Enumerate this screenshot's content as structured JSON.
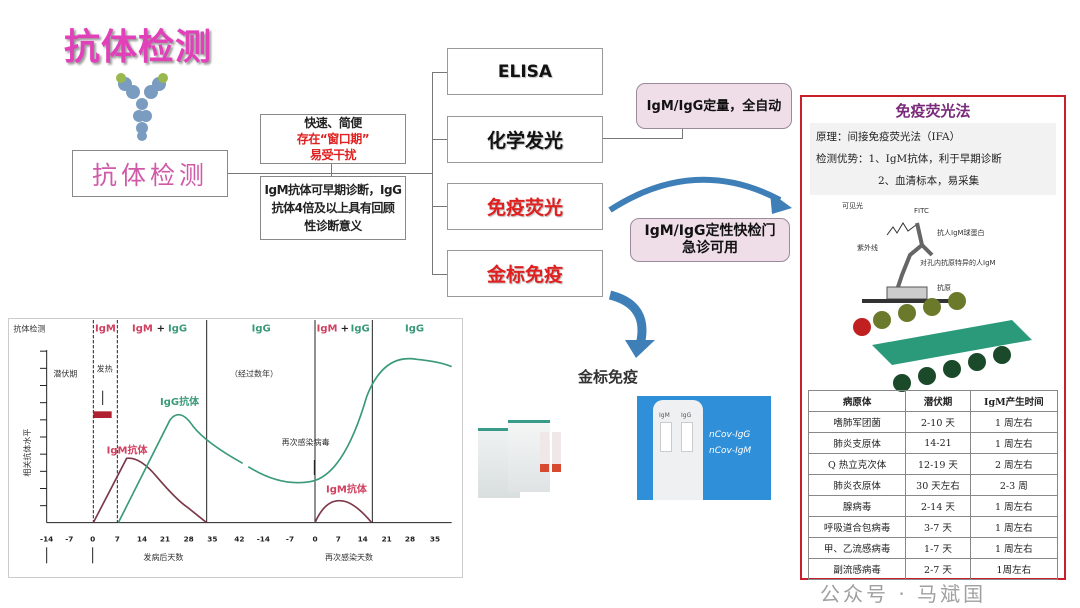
{
  "title": "抗体检测",
  "main_box": "抗体检测",
  "methods": [
    "ELISA",
    "化学发光",
    "免疫荧光",
    "金标免疫"
  ],
  "note1": {
    "line1": "快速、简便",
    "line2": "存在“窗口期”",
    "line3": "易受干扰"
  },
  "note2": {
    "line1": "IgM抗体可早期诊断，IgG",
    "line2": "抗体4倍及以上具有回顾",
    "line3": "性诊断意义"
  },
  "pill1": "IgM/IgG定量，全自动",
  "pill2": {
    "line1": "IgM/IgG定性快检门",
    "line2": "急诊可用"
  },
  "gold_label": "金标免疫",
  "test_card": {
    "items": [
      "nCov-IgG",
      "nCov-IgM"
    ],
    "strip_labels": [
      "IgM",
      "IgG"
    ]
  },
  "ifa": {
    "title": "免疫荧光法",
    "principle": "原理：间接免疫荧光法（IFA）",
    "adv1": "检测优势：1、IgM抗体，利于早期诊断",
    "adv2": "2、血清标本，易采集",
    "diagram_labels": {
      "visible": "可见光",
      "fitc": "FITC",
      "uv": "紫外线",
      "anti": "抗人IgM球蛋白",
      "igm": "对孔内抗原特异的人IgM",
      "antigen": "抗原"
    }
  },
  "table": {
    "headers": [
      "病原体",
      "潜伏期",
      "IgM产生时间"
    ],
    "rows": [
      [
        "嗜肺军团菌",
        "2-10 天",
        "1 周左右"
      ],
      [
        "肺炎支原体",
        "14-21",
        "1 周左右"
      ],
      [
        "Q 热立克次体",
        "12-19 天",
        "2 周左右"
      ],
      [
        "肺炎衣原体",
        "30 天左右",
        "2-3 周"
      ],
      [
        "腺病毒",
        "2-14 天",
        "1 周左右"
      ],
      [
        "呼吸道合包病毒",
        "3-7 天",
        "1 周左右"
      ],
      [
        "甲、乙流感病毒",
        "1-7 天",
        "1 周左右"
      ],
      [
        "副流感病毒",
        "2-7 天",
        "1周左右"
      ]
    ]
  },
  "chart": {
    "row_label": "抗体检测",
    "phases": [
      "IgM",
      "IgM",
      "+",
      "IgG",
      "IgG",
      "IgM",
      "+",
      "IgG",
      "IgG"
    ],
    "latent": "潜伏期",
    "fever": "发热",
    "years": "（经过数年）",
    "reinfect": "再次感染病毒",
    "igg_label": "IgG抗体",
    "igm_label": "IgM抗体",
    "igm_label2": "IgM抗体",
    "ylabel": "相关抗体水平",
    "xlabel1": "发病后天数",
    "xlabel2": "再次感染天数",
    "ticks1": [
      "-14",
      "-7",
      "0",
      "7",
      "14",
      "21",
      "28",
      "35",
      "42"
    ],
    "ticks2": [
      "-14",
      "-7",
      "0",
      "7",
      "14",
      "21",
      "28",
      "35"
    ]
  },
  "watermark": "公众号 · 马斌国",
  "colors": {
    "pink": "#e040b8",
    "red": "#e02020",
    "green": "#3a9a78",
    "igm": "#c03050",
    "blue": "#3f7fb8"
  }
}
